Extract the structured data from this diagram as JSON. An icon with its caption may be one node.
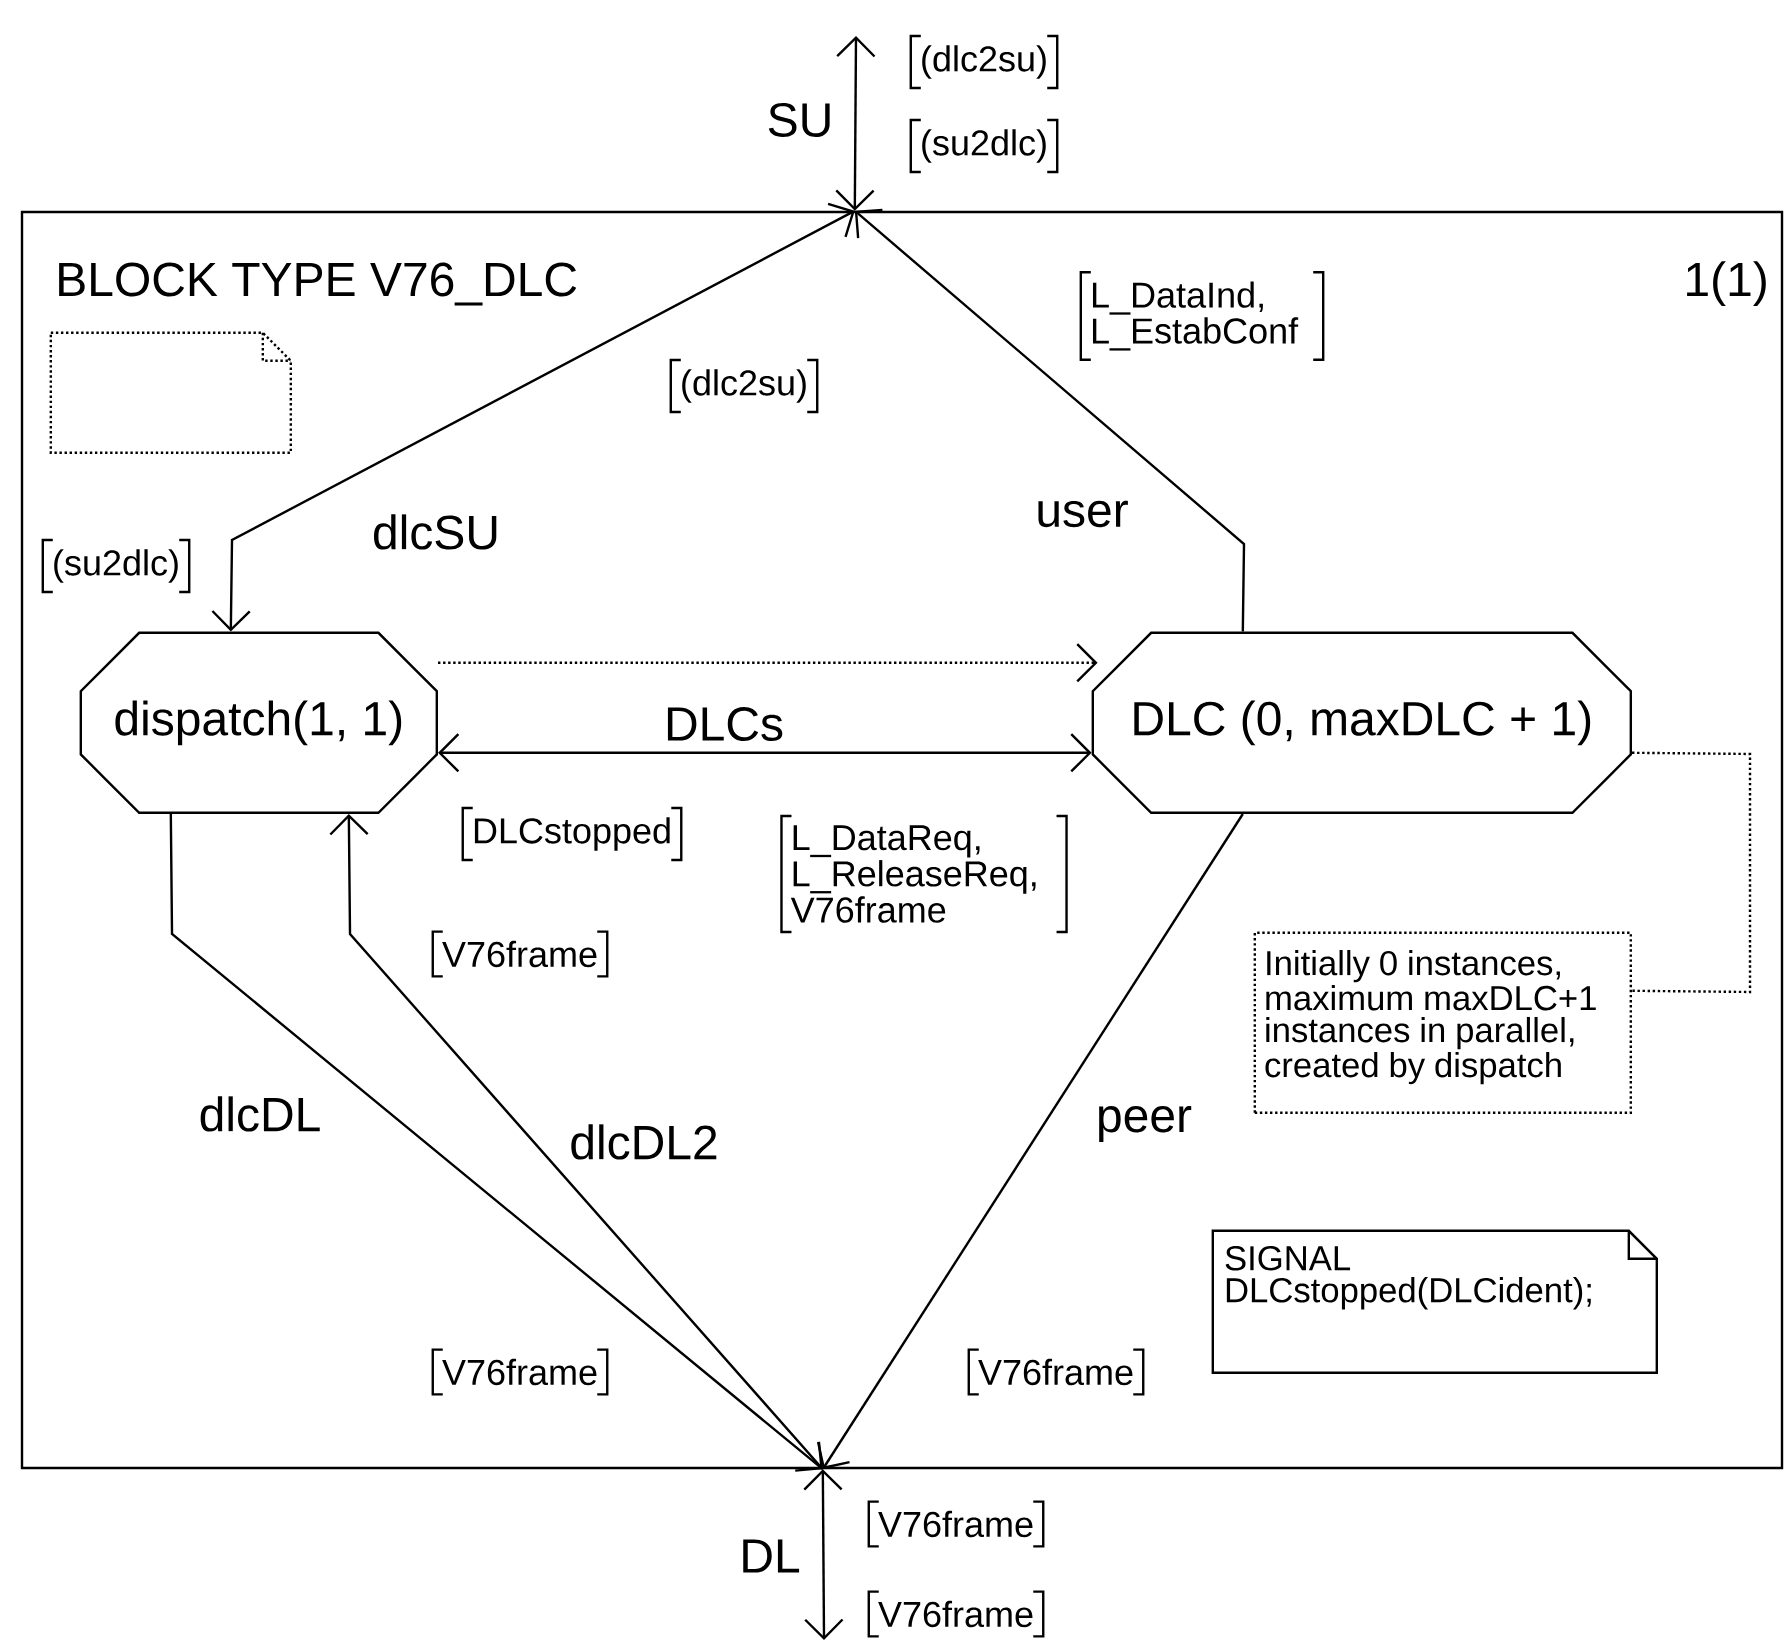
{
  "diagram": {
    "nodes": [
      {
        "text": [
          "BLOCK TYPE V76_DLC",
          "1(1)"
        ]
      },
      {
        "text": [],
        "shape": "note",
        "in": 0
      },
      {
        "text": [
          "dispatch(1, 1)"
        ],
        "in": 0
      },
      {
        "text": [
          "DLC (0, maxDLC + 1)"
        ],
        "in": 0
      },
      {
        "text": [
          "Initially 0 instances, maximum maxDLC+1 instances in parallel, created by dispatch"
        ],
        "in": 0
      },
      {
        "text": [
          "SIGNAL DLCstopped(DLCident);"
        ],
        "in": 0
      }
    ],
    "edges": [
      {
        "from": 0,
        "to": null,
        "arrow": "both",
        "label": "SU"
      },
      {
        "from": 0,
        "to": 2,
        "arrow": "both",
        "label": "dlcSU"
      },
      {
        "from": 3,
        "to": 0,
        "arrow": "to",
        "label": "user"
      },
      {
        "from": 2,
        "to": 3,
        "arrow": "to",
        "style": "dashed"
      },
      {
        "from": 2,
        "to": 3,
        "arrow": "both",
        "label": "DLCs"
      },
      {
        "from": 3,
        "to": 4,
        "arrow": "none",
        "style": "dashed"
      },
      {
        "from": 2,
        "to": 0,
        "arrow": "to",
        "label": "dlcDL"
      },
      {
        "from": 0,
        "to": 2,
        "arrow": "to",
        "label": "dlcDL2"
      },
      {
        "from": 3,
        "to": 0,
        "arrow": "to",
        "label": "peer"
      },
      {
        "from": 0,
        "to": null,
        "arrow": "both",
        "label": "DL"
      }
    ],
    "labels": [
      "(dlc2su)",
      "(su2dlc)",
      "L_DataInd, L_EstabConf",
      "(dlc2su)",
      "(su2dlc)",
      "DLCstopped",
      "L_DataReq, L_ReleaseReq, V76frame",
      "V76frame",
      "V76frame",
      "V76frame",
      "V76frame",
      "V76frame"
    ]
  }
}
